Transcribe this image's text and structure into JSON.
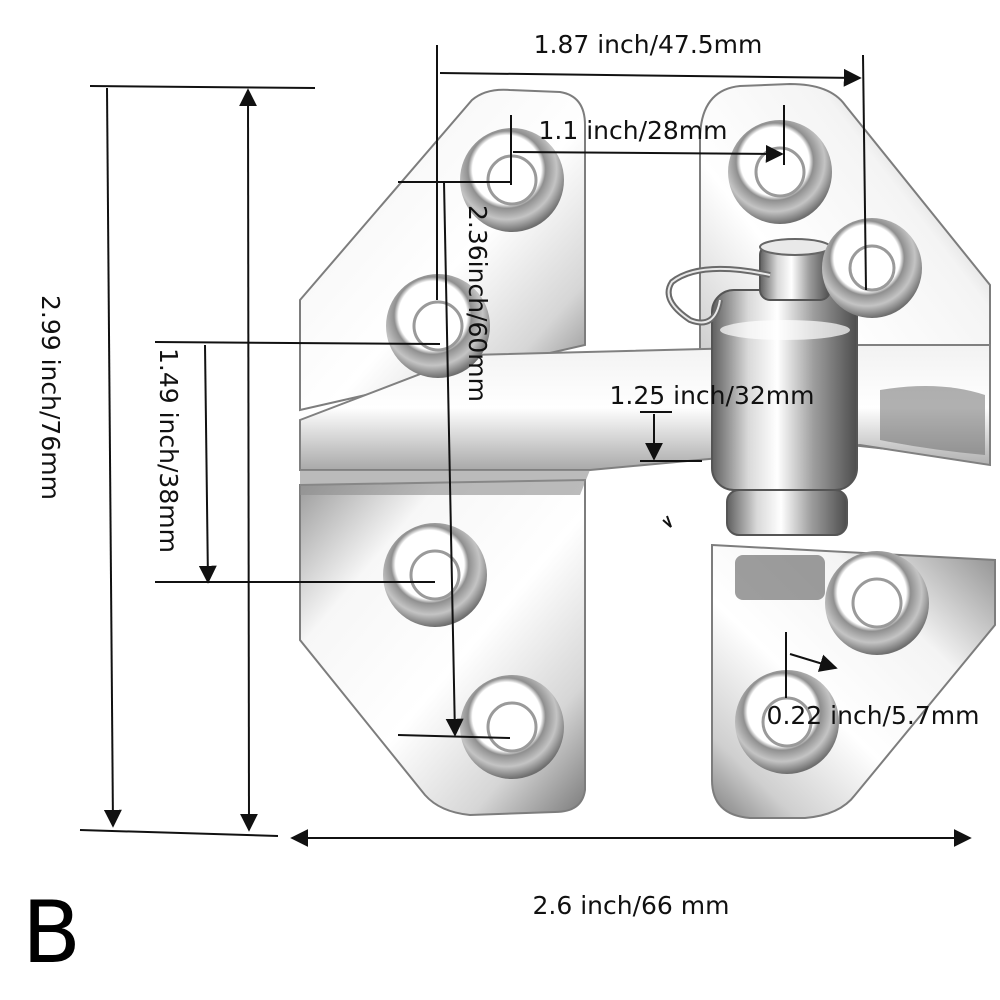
{
  "variant_label": "B",
  "dimensions": {
    "top_width": "1.87 inch/47.5mm",
    "hole_spacing": "1.1 inch/28mm",
    "inner_height": "2.36inch/60mm",
    "lower_holes": "1.49 inch/38mm",
    "overall_height": "2.99 inch/76mm",
    "gap_width": "1.25 inch/32mm",
    "hole_diameter": "0.22 inch/5.7mm",
    "overall_width": "2.6 inch/66 mm"
  },
  "colors": {
    "steel_light": "#f4f4f4",
    "steel_mid": "#c9c9c9",
    "steel_dark": "#6d6d6d",
    "hole_rim": "#8a8a8a",
    "lines": "#111111"
  }
}
